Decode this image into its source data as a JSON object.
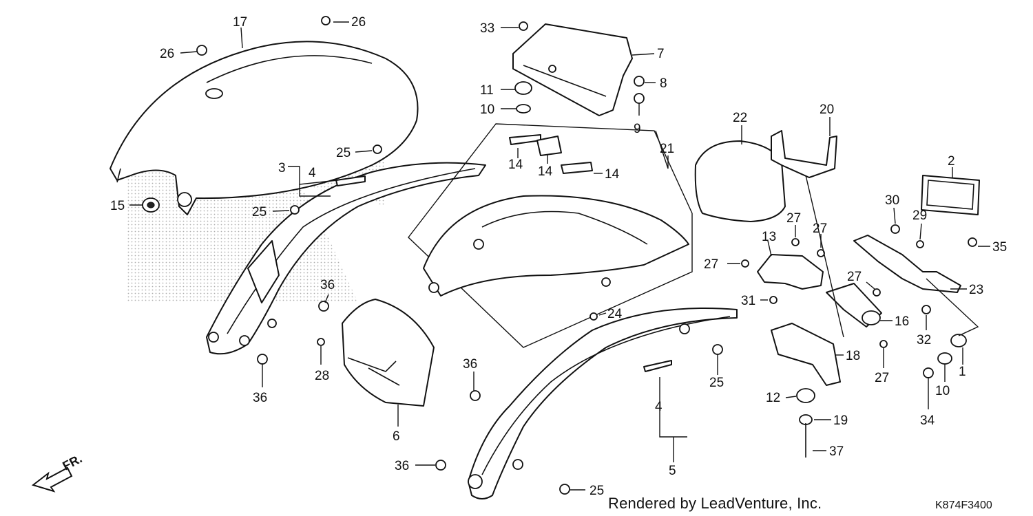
{
  "diagram": {
    "callouts": [
      {
        "id": "17",
        "text": "17"
      },
      {
        "id": "26a",
        "text": "26"
      },
      {
        "id": "26b",
        "text": "26"
      },
      {
        "id": "25a",
        "text": "25"
      },
      {
        "id": "4a",
        "text": "4"
      },
      {
        "id": "3",
        "text": "3"
      },
      {
        "id": "15",
        "text": "15"
      },
      {
        "id": "25b",
        "text": "25"
      },
      {
        "id": "36a",
        "text": "36"
      },
      {
        "id": "28",
        "text": "28"
      },
      {
        "id": "36b",
        "text": "36"
      },
      {
        "id": "6",
        "text": "6"
      },
      {
        "id": "36c",
        "text": "36"
      },
      {
        "id": "36d",
        "text": "36"
      },
      {
        "id": "25c",
        "text": "25"
      },
      {
        "id": "33",
        "text": "33"
      },
      {
        "id": "7",
        "text": "7"
      },
      {
        "id": "11",
        "text": "11"
      },
      {
        "id": "8",
        "text": "8"
      },
      {
        "id": "10a",
        "text": "10"
      },
      {
        "id": "9",
        "text": "9"
      },
      {
        "id": "14a",
        "text": "14"
      },
      {
        "id": "14b",
        "text": "14"
      },
      {
        "id": "14c",
        "text": "14"
      },
      {
        "id": "21",
        "text": "21"
      },
      {
        "id": "24",
        "text": "24"
      },
      {
        "id": "25d",
        "text": "25"
      },
      {
        "id": "4b",
        "text": "4"
      },
      {
        "id": "5",
        "text": "5"
      },
      {
        "id": "22",
        "text": "22"
      },
      {
        "id": "20",
        "text": "20"
      },
      {
        "id": "2",
        "text": "2"
      },
      {
        "id": "27a",
        "text": "27"
      },
      {
        "id": "27b",
        "text": "27"
      },
      {
        "id": "13",
        "text": "13"
      },
      {
        "id": "27c",
        "text": "27"
      },
      {
        "id": "30",
        "text": "30"
      },
      {
        "id": "29",
        "text": "29"
      },
      {
        "id": "35",
        "text": "35"
      },
      {
        "id": "31",
        "text": "31"
      },
      {
        "id": "27d",
        "text": "27"
      },
      {
        "id": "23",
        "text": "23"
      },
      {
        "id": "16",
        "text": "16"
      },
      {
        "id": "32",
        "text": "32"
      },
      {
        "id": "18",
        "text": "18"
      },
      {
        "id": "27e",
        "text": "27"
      },
      {
        "id": "1",
        "text": "1"
      },
      {
        "id": "12",
        "text": "12"
      },
      {
        "id": "10b",
        "text": "10"
      },
      {
        "id": "19",
        "text": "19"
      },
      {
        "id": "34",
        "text": "34"
      },
      {
        "id": "37",
        "text": "37"
      }
    ],
    "direction_label": "FR.",
    "footer_credit": "Rendered by LeadVenture, Inc.",
    "diagram_code": "K874F3400"
  }
}
